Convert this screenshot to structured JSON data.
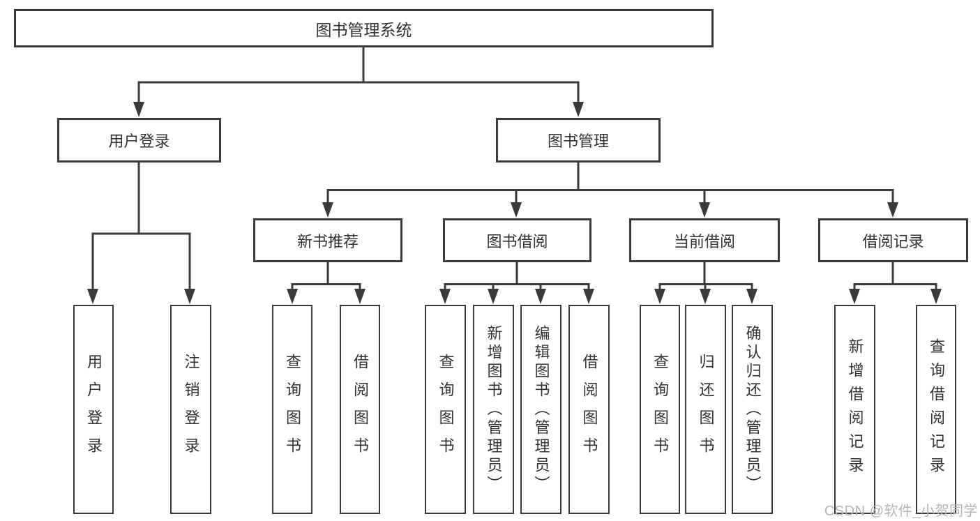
{
  "diagram": {
    "root": {
      "label": "图书管理系统"
    },
    "branches": [
      {
        "label": "用户登录",
        "leaves": [
          "用户登录",
          "注销登录"
        ]
      },
      {
        "label": "图书管理",
        "sections": [
          {
            "label": "新书推荐",
            "leaves": [
              "查询图书",
              "借阅图书"
            ]
          },
          {
            "label": "图书借阅",
            "leaves": [
              "查询图书",
              "新增图书（管理员）",
              "编辑图书（管理员）",
              "借阅图书"
            ]
          },
          {
            "label": "当前借阅",
            "leaves": [
              "查询图书",
              "归还图书",
              "确认归还（管理员）"
            ]
          },
          {
            "label": "借阅记录",
            "leaves": [
              "新增借阅记录",
              "查询借阅记录"
            ]
          }
        ]
      }
    ]
  },
  "watermark": {
    "text": "CSDN @软件_小贺同学"
  },
  "colors": {
    "line": "#3a3a3a",
    "text": "#333333",
    "background": "#ffffff",
    "watermark": "#b5b5b5"
  }
}
